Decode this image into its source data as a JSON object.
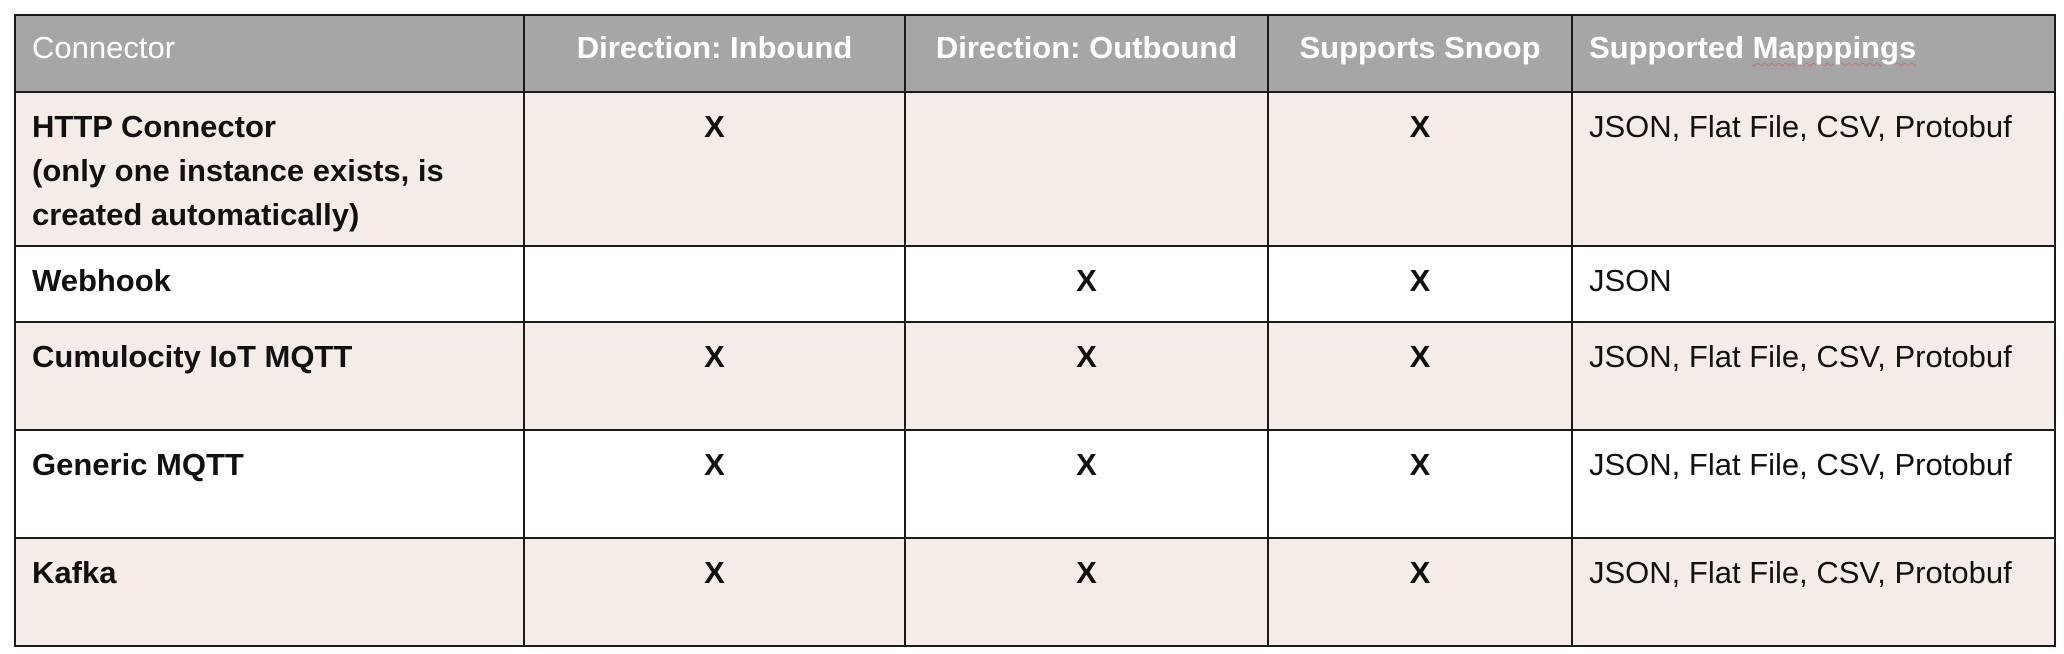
{
  "table": {
    "headers": {
      "connector": "Connector",
      "inbound": "Direction: Inbound",
      "outbound": "Direction: Outbound",
      "snoop": "Supports Snoop",
      "mappings_prefix": "Supported ",
      "mappings_misspelled": "Mapppings"
    },
    "rows": [
      {
        "name": "HTTP Connector",
        "name_note": "(only one instance exists, is created automatically)",
        "inbound": "X",
        "outbound": "",
        "snoop": "X",
        "mappings": "JSON, Flat File, CSV, Protobuf"
      },
      {
        "name": "Webhook",
        "name_note": "",
        "inbound": "",
        "outbound": "X",
        "snoop": "X",
        "mappings": "JSON"
      },
      {
        "name": "Cumulocity IoT MQTT",
        "name_note": "",
        "inbound": "X",
        "outbound": "X",
        "snoop": "X",
        "mappings": "JSON, Flat File, CSV, Protobuf"
      },
      {
        "name": "Generic MQTT",
        "name_note": "",
        "inbound": "X",
        "outbound": "X",
        "snoop": "X",
        "mappings": "JSON, Flat File, CSV, Protobuf"
      },
      {
        "name": "Kafka",
        "name_note": "",
        "inbound": "X",
        "outbound": "X",
        "snoop": "X",
        "mappings": "JSON, Flat File, CSV, Protobuf"
      }
    ],
    "colors": {
      "header_bg": "#a6a6a6",
      "header_text": "#ffffff",
      "row_shaded_bg": "#f6ece7",
      "row_plain_bg": "#ffffff",
      "border": "#1a1a1a",
      "spellcheck_underline": "#e06666"
    }
  }
}
